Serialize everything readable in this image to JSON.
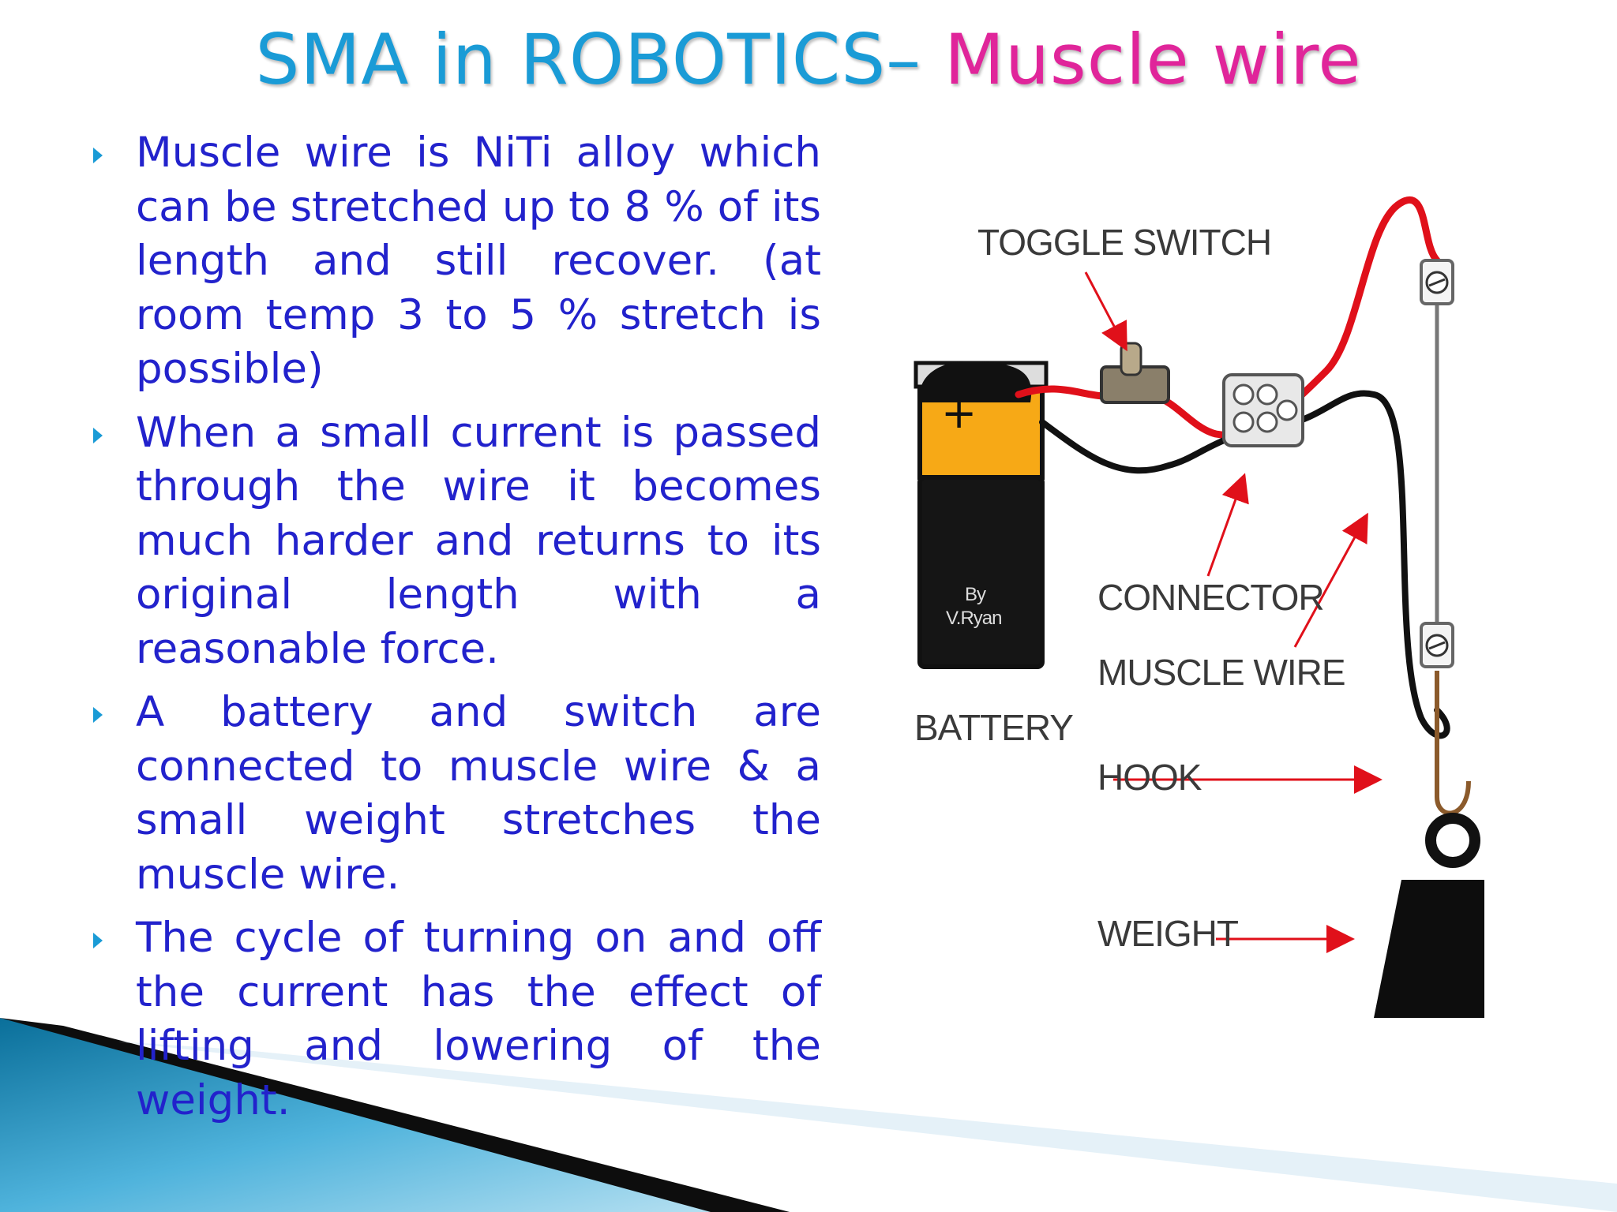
{
  "title": {
    "part1": "SMA in ROBOTICS– ",
    "part2": "Muscle wire"
  },
  "bullets": [
    {
      "text": "Muscle wire is NiTi alloy which can be stretched up to 8 % of its length and still recover. (at room temp 3 to 5 %  stretch is possible)"
    },
    {
      "text": "When a small current is passed through the wire it becomes much harder and returns to its original length with a reasonable force."
    },
    {
      "text": "A battery and switch are connected to muscle wire & a small weight stretches the muscle wire."
    },
    {
      "text": "The cycle of turning on and off the current has the effect of lifting and lowering of the weight."
    }
  ],
  "diagram": {
    "labels": {
      "toggle_switch": "TOGGLE SWITCH",
      "connector": "CONNECTOR",
      "muscle_wire": "MUSCLE WIRE",
      "hook": "HOOK",
      "weight": "WEIGHT",
      "battery": "BATTERY"
    },
    "battery_plus": "+",
    "battery_credit_line1": "By",
    "battery_credit_line2": "V.Ryan"
  },
  "colors": {
    "title_blue": "#1a9bd6",
    "title_pink": "#e0259a",
    "bullet_text": "#2222cc",
    "bullet_marker": "#1a9bd6",
    "red_wire": "#e0101a",
    "battery_orange": "#f7a916"
  },
  "icons": {
    "bullet": "triangle-bullet-icon"
  }
}
